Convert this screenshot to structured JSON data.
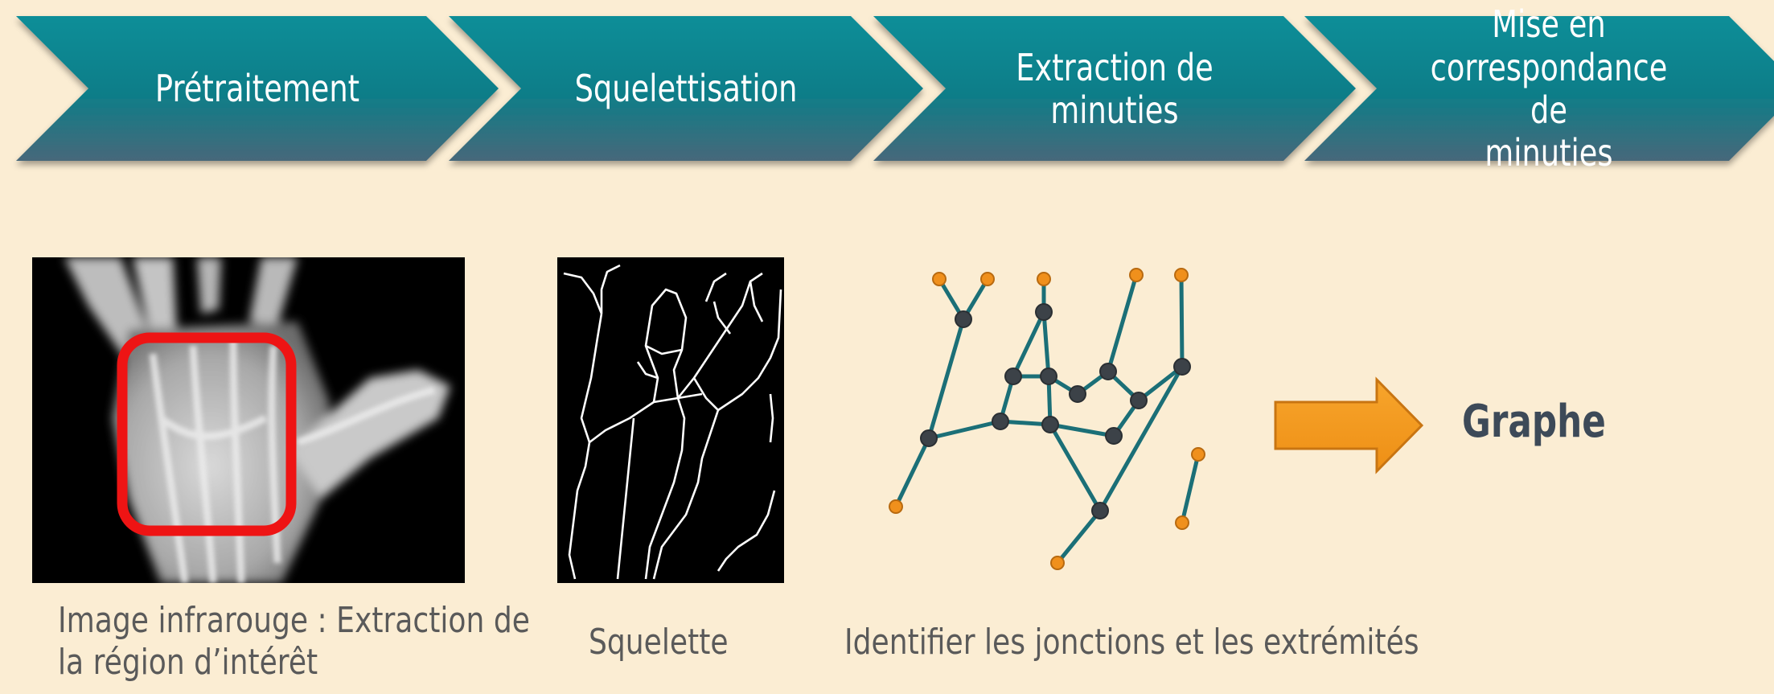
{
  "pipeline": {
    "steps": [
      "Prétraitement",
      "Squelettisation",
      "Extraction de minuties",
      "Mise en\ncorrespondance de\nminuties"
    ]
  },
  "captions": {
    "infrared": "Image infrarouge : Extraction de\nla région d’intérêt",
    "skeleton": "Squelette",
    "junctions": "Identifier les jonctions et les extrémités"
  },
  "result_label": "Graphe",
  "colors": {
    "background": "#fbedd3",
    "chevron_top": "#138f99",
    "chevron_bottom": "#3d6a78",
    "edge": "#1b6f77",
    "junction": "#3c4248",
    "endpoint": "#f0901c",
    "roi_box": "#ee1414",
    "arrow": "#f39a22"
  },
  "icons": [
    "chevron-arrow",
    "right-arrow"
  ]
}
